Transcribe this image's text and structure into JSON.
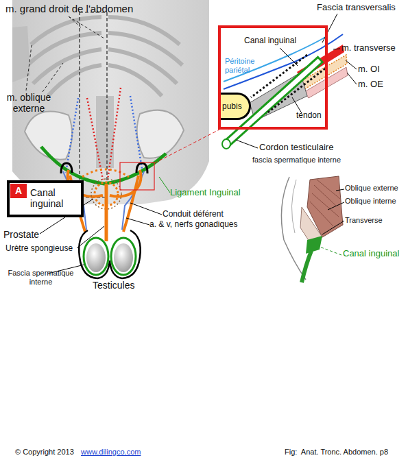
{
  "diagram": {
    "nodes": [
      {
        "text": [
          "Canal inguinal"
        ]
      },
      {
        "text": [
          "A"
        ],
        "in": 0
      },
      {
        "text": [
          "Canal inguinal",
          "Péritoine pariétal",
          "tendon"
        ]
      },
      {
        "text": [
          "pubis"
        ],
        "in": 2
      }
    ],
    "labels": [
      "m. grand droit de l'abdomen",
      "m. oblique externe",
      "Fascia transversalis",
      "m. transverse",
      "m. OI",
      "m. OE",
      "Cordon testiculaire",
      "fascia spermatique interne",
      "Ligament Inguinal",
      "Prostate",
      "Urètre spongieuse",
      "Fascia spermatique interne",
      "Testicules",
      "Conduit déférent",
      "a. & v, nerfs gonadiques",
      "Oblique externe",
      "Oblique interne",
      "Transverse",
      "Canal inguinal",
      "© Copyright 2013",
      "www.dilingco.com",
      "Fig:  Anat. Tronc. Abdomen. p8"
    ]
  }
}
